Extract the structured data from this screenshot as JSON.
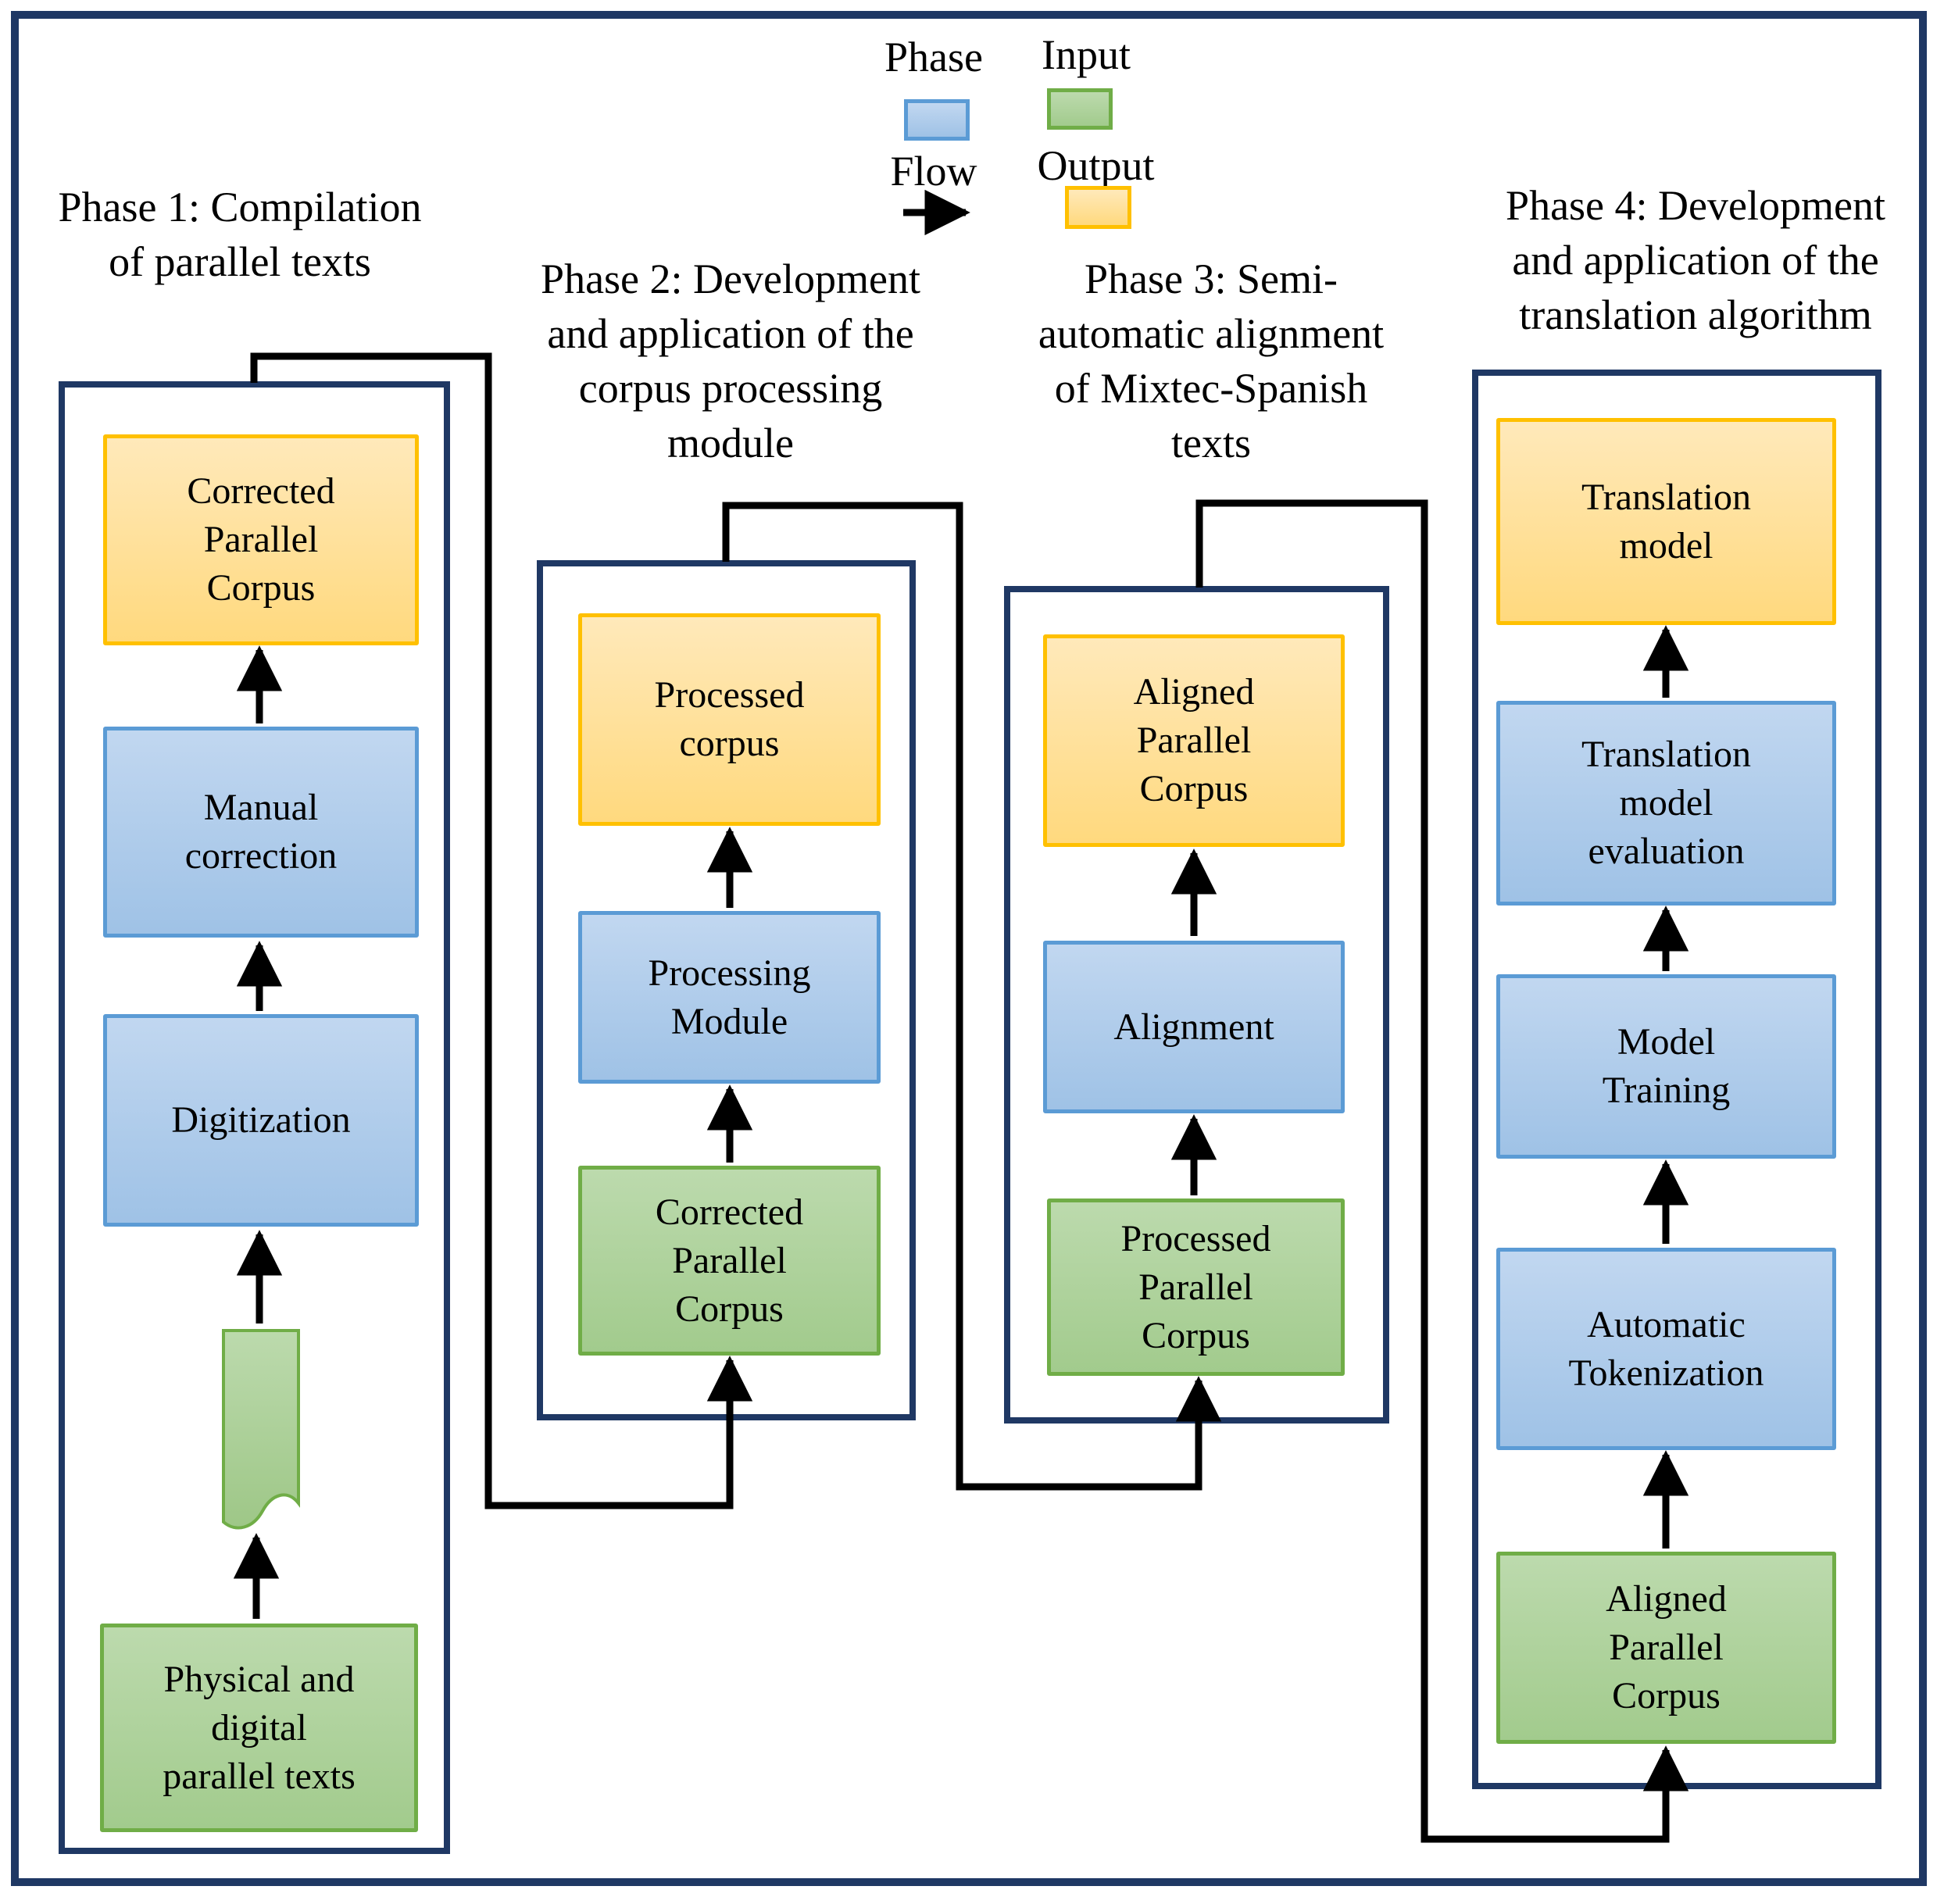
{
  "legend": {
    "phase_label": "Phase",
    "flow_label": "Flow",
    "input_label": "Input",
    "output_label": "Output"
  },
  "colors": {
    "phase_fill": "#AEC9E8",
    "phase_border": "#5B9BD5",
    "input_fill": "#A9CD96",
    "input_border": "#70AD47",
    "output_fill": "#FFE2A0",
    "output_border": "#FFC000",
    "container_border": "#1F3864",
    "flow_arrow": "#000000"
  },
  "phases": [
    {
      "title": "Phase 1: Compilation\nof parallel texts",
      "boxes": [
        {
          "label": "Corrected\nParallel\nCorpus",
          "type": "output"
        },
        {
          "label": "Manual\ncorrection",
          "type": "phase"
        },
        {
          "label": "Digitization",
          "type": "phase"
        },
        {
          "label": "Physical and\ndigital\nparallel texts",
          "type": "input"
        }
      ]
    },
    {
      "title": "Phase 2: Development\nand application of the\ncorpus processing\nmodule",
      "boxes": [
        {
          "label": "Processed\ncorpus",
          "type": "output"
        },
        {
          "label": "Processing\nModule",
          "type": "phase"
        },
        {
          "label": "Corrected\nParallel\nCorpus",
          "type": "input"
        }
      ]
    },
    {
      "title": "Phase 3: Semi-\nautomatic alignment\nof Mixtec-Spanish\ntexts",
      "boxes": [
        {
          "label": "Aligned\nParallel\nCorpus",
          "type": "output"
        },
        {
          "label": "Alignment",
          "type": "phase"
        },
        {
          "label": "Processed\nParallel\nCorpus",
          "type": "input"
        }
      ]
    },
    {
      "title": "Phase 4: Development\nand application of the\ntranslation algorithm",
      "boxes": [
        {
          "label": "Translation\nmodel",
          "type": "output"
        },
        {
          "label": "Translation\nmodel\nevaluation",
          "type": "phase"
        },
        {
          "label": "Model\nTraining",
          "type": "phase"
        },
        {
          "label": "Automatic\nTokenization",
          "type": "phase"
        },
        {
          "label": "Aligned\nParallel\nCorpus",
          "type": "input"
        }
      ]
    }
  ]
}
